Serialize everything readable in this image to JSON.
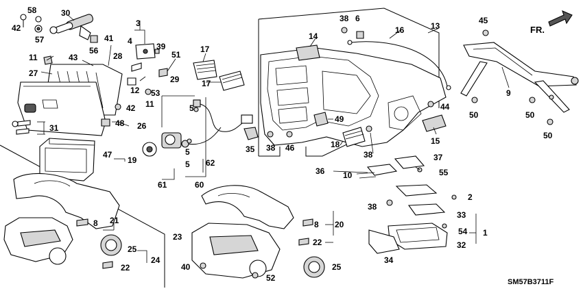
{
  "diagram": {
    "code": "SM57B3711F",
    "direction_label": "FR.",
    "callouts": [
      "1",
      "2",
      "3",
      "4",
      "5",
      "5",
      "6",
      "8",
      "8",
      "9",
      "10",
      "11",
      "11",
      "12",
      "13",
      "14",
      "15",
      "16",
      "17",
      "17",
      "18",
      "19",
      "20",
      "21",
      "22",
      "22",
      "23",
      "24",
      "25",
      "25",
      "26",
      "27",
      "28",
      "29",
      "30",
      "31",
      "32",
      "33",
      "34",
      "35",
      "36",
      "37",
      "38",
      "38",
      "38",
      "38",
      "39",
      "40",
      "41",
      "42",
      "42",
      "42",
      "43",
      "44",
      "45",
      "46",
      "47",
      "48",
      "49",
      "50",
      "50",
      "50",
      "51",
      "52",
      "53",
      "54",
      "55",
      "56",
      "57",
      "58",
      "60",
      "61",
      "62"
    ]
  }
}
